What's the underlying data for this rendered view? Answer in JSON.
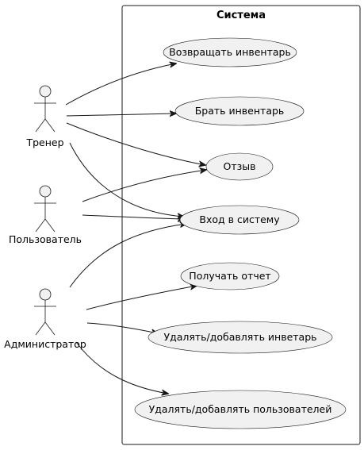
{
  "system": {
    "title": "Система"
  },
  "actors": [
    {
      "id": "trainer",
      "label": "Тренер"
    },
    {
      "id": "user",
      "label": "Пользователь"
    },
    {
      "id": "admin",
      "label": "Администратор"
    }
  ],
  "use_cases": [
    {
      "id": "return",
      "label": "Возвращать инвентарь"
    },
    {
      "id": "take",
      "label": "Брать инвентарь"
    },
    {
      "id": "feedback",
      "label": "Отзыв"
    },
    {
      "id": "login",
      "label": "Вход в систему"
    },
    {
      "id": "report",
      "label": "Получать отчет"
    },
    {
      "id": "edit_inventory",
      "label": "Удалять/добавлять инветарь"
    },
    {
      "id": "edit_users",
      "label": "Удалять/добавлять пользователей"
    }
  ],
  "associations": [
    {
      "from": "trainer",
      "to": "return"
    },
    {
      "from": "trainer",
      "to": "take"
    },
    {
      "from": "trainer",
      "to": "feedback"
    },
    {
      "from": "trainer",
      "to": "login"
    },
    {
      "from": "user",
      "to": "feedback"
    },
    {
      "from": "user",
      "to": "login"
    },
    {
      "from": "admin",
      "to": "login"
    },
    {
      "from": "admin",
      "to": "report"
    },
    {
      "from": "admin",
      "to": "edit_inventory"
    },
    {
      "from": "admin",
      "to": "edit_users"
    }
  ]
}
